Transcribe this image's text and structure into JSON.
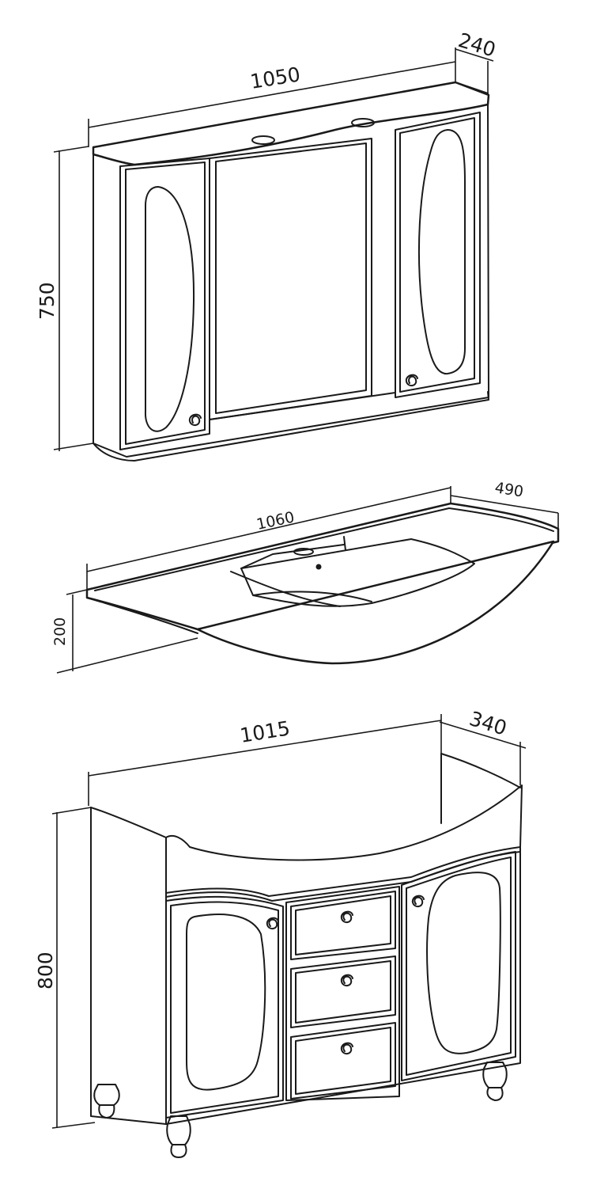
{
  "mirror_cabinet": {
    "width_label": "1050",
    "depth_label": "240",
    "height_label": "750"
  },
  "washbasin": {
    "width_label": "1060",
    "depth_label": "490",
    "height_label": "200"
  },
  "vanity_unit": {
    "width_label": "1015",
    "depth_label": "340",
    "height_label": "800"
  }
}
